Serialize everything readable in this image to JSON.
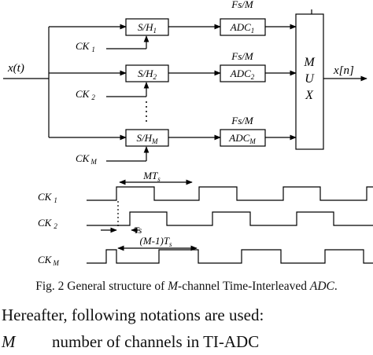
{
  "diagram": {
    "input": "x(t)",
    "output": "x[n]",
    "mux": [
      "M",
      "U",
      "X"
    ],
    "rate": "Fs/M",
    "channels": [
      {
        "sh_base": "S/H",
        "sh_sub": "1",
        "adc_base": "ADC",
        "adc_sub": "1",
        "clk_base": "CK",
        "clk_sub": "1"
      },
      {
        "sh_base": "S/H",
        "sh_sub": "2",
        "adc_base": "ADC",
        "adc_sub": "2",
        "clk_base": "CK",
        "clk_sub": "2"
      },
      {
        "sh_base": "S/H",
        "sh_sub": "M",
        "adc_base": "ADC",
        "adc_sub": "M",
        "clk_base": "CK",
        "clk_sub": "M"
      }
    ]
  },
  "timing": {
    "signals": [
      {
        "base": "CK",
        "sub": "1"
      },
      {
        "base": "CK",
        "sub": "2"
      },
      {
        "base": "CK",
        "sub": "M"
      }
    ],
    "period_label": {
      "base": "MT",
      "sub": "s"
    },
    "delay_label": "Ts",
    "offset_label": {
      "base": "(M-1)T",
      "sub": "s"
    }
  },
  "caption": {
    "prefix": "Fig. 2  General structure of ",
    "var": "M",
    "middle": "-channel Time-Interleaved ",
    "adc": "ADC",
    "suffix": "."
  },
  "body": {
    "intro": "Hereafter, following notations are used:",
    "term": "M",
    "definition": "number of channels in TI-ADC"
  }
}
